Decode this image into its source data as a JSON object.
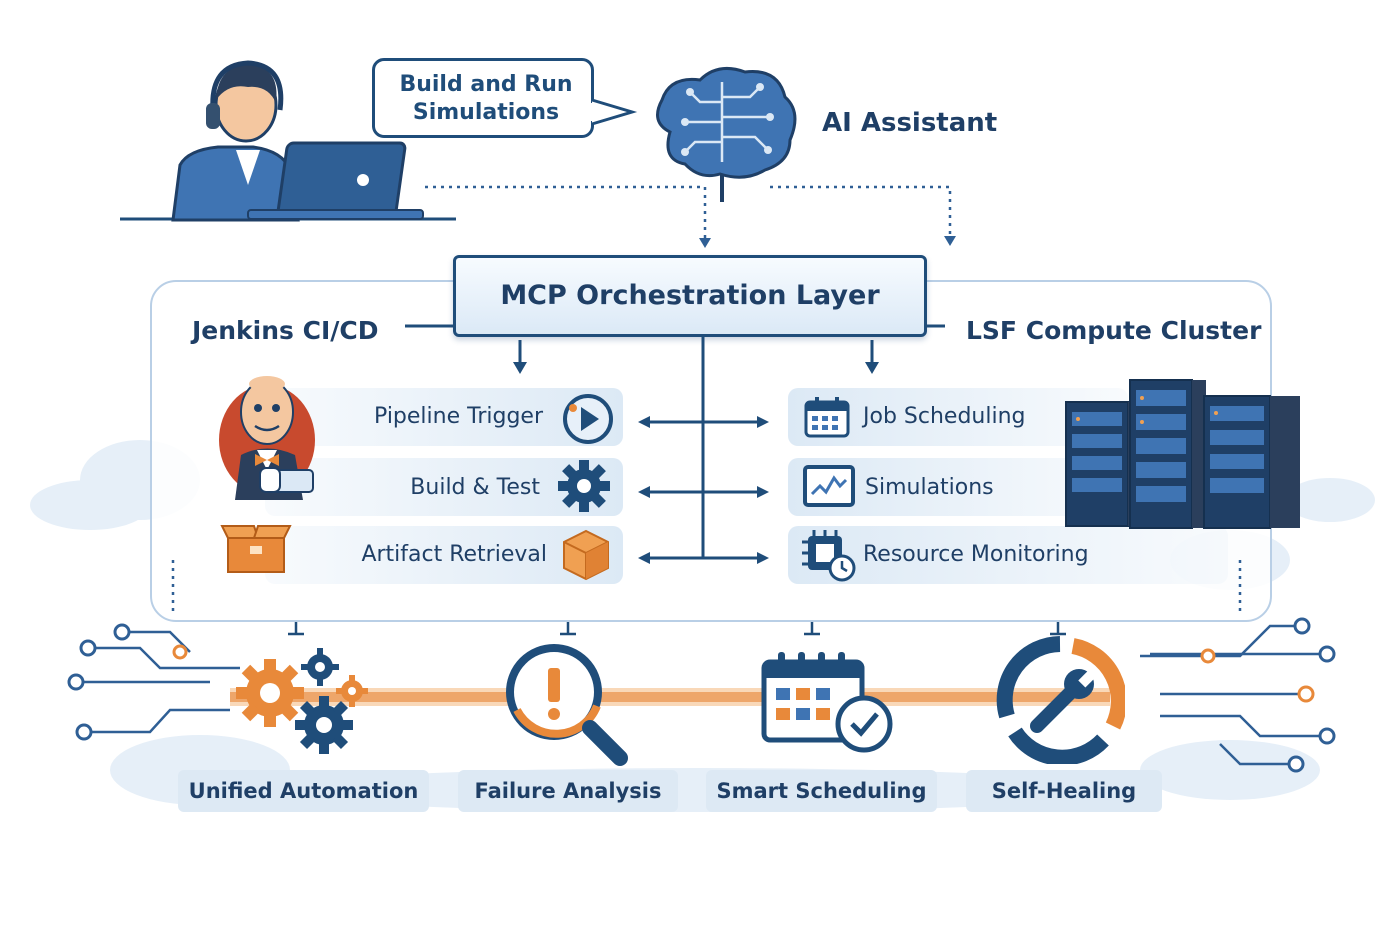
{
  "ai": {
    "bubble_line1": "Build and Run",
    "bubble_line2": "Simulations",
    "assistant_label": "AI Assistant"
  },
  "mcp": {
    "title": "MCP Orchestration Layer"
  },
  "left": {
    "title": "Jenkins CI/CD",
    "items": [
      {
        "label": "Pipeline Trigger",
        "icon": "play-icon"
      },
      {
        "label": "Build & Test",
        "icon": "gear-icon"
      },
      {
        "label": "Artifact Retrieval",
        "icon": "box-icon"
      }
    ]
  },
  "right": {
    "title": "LSF Compute Cluster",
    "items": [
      {
        "label": "Job Scheduling",
        "icon": "calendar-icon"
      },
      {
        "label": "Simulations",
        "icon": "chart-monitor-icon"
      },
      {
        "label": "Resource Monitoring",
        "icon": "chip-clock-icon"
      }
    ]
  },
  "features": [
    {
      "label": "Unified Automation",
      "icon": "gears-icon"
    },
    {
      "label": "Failure Analysis",
      "icon": "magnifier-alert-icon"
    },
    {
      "label": "Smart Scheduling",
      "icon": "calendar-check-icon"
    },
    {
      "label": "Self-Healing",
      "icon": "wrench-cycle-icon"
    }
  ],
  "colors": {
    "navy": "#1f4d7a",
    "text": "#1f3f66",
    "orange": "#e8893a",
    "pale_blue": "#dce9f5"
  }
}
